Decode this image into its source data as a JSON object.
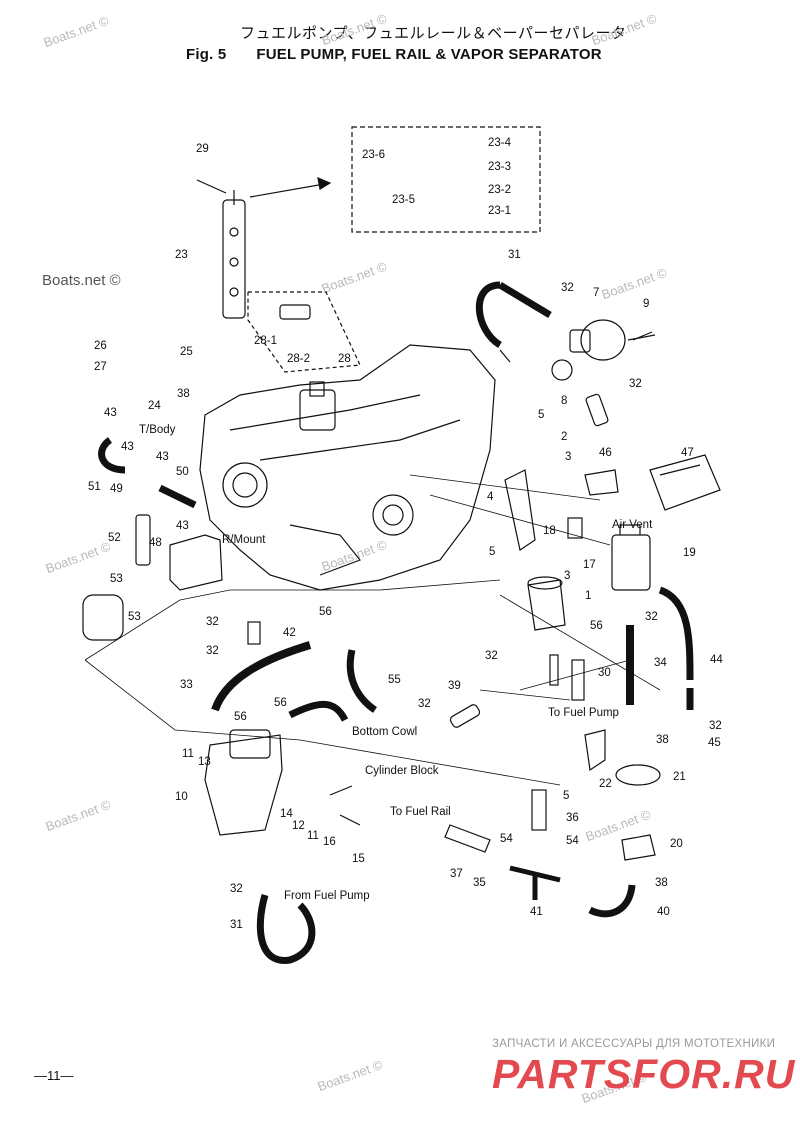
{
  "header": {
    "title_jp": "フュエルポンプ、フュエルレール＆ベーパーセパレータ",
    "fig_label": "Fig. 5",
    "title_en": "FUEL PUMP, FUEL RAIL  & VAPOR SEPARATOR"
  },
  "watermarks": [
    "Boats.net ©",
    "Boats.net ©",
    "Boats.net ©",
    "Boats.net ©",
    "Boats.net ©",
    "Boats.net ©",
    "Boats.net ©",
    "Boats.net ©",
    "Boats.net ©",
    "Boats.net ©",
    "Boats.net ©",
    "Boats.net ©"
  ],
  "page_number": "—11—",
  "branding": {
    "subtitle": "ЗАПЧАСТИ И АКСЕССУАРЫ ДЛЯ МОТОТЕХНИКИ",
    "logo": "PARTSFOR.RU"
  },
  "callouts": [
    "29",
    "23-6",
    "23-4",
    "23-3",
    "23-2",
    "23-5",
    "23-1",
    "23",
    "31",
    "32",
    "7",
    "9",
    "28-1",
    "28-2",
    "28",
    "26",
    "25",
    "27",
    "38",
    "24",
    "8",
    "32",
    "5",
    "2",
    "43",
    "T/Body",
    "43",
    "51",
    "49",
    "43",
    "50",
    "46",
    "47",
    "3",
    "4",
    "52",
    "43",
    "48",
    "R/Mount",
    "Air Vent",
    "18",
    "5",
    "19",
    "17",
    "53",
    "53",
    "3",
    "1",
    "56",
    "32",
    "42",
    "32",
    "56",
    "32",
    "44",
    "55",
    "32",
    "34",
    "30",
    "33",
    "39",
    "32",
    "To Fuel Pump",
    "56",
    "32",
    "45",
    "11",
    "13",
    "56",
    "Bottom Cowl",
    "38",
    "Cylinder Block",
    "22",
    "21",
    "10",
    "14",
    "12",
    "11",
    "16",
    "5",
    "36",
    "To Fuel Rail",
    "15",
    "54",
    "20",
    "37",
    "35",
    "54",
    "32",
    "From Fuel Pump",
    "38",
    "31",
    "41",
    "40"
  ]
}
